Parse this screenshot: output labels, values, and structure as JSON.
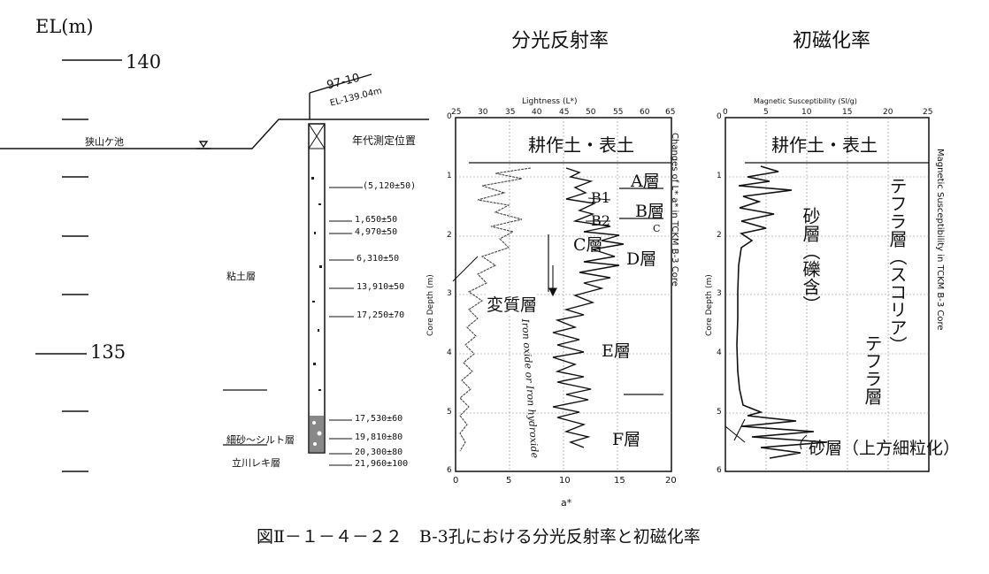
{
  "elevation": {
    "label": "EL(m)",
    "ticks": [
      "140",
      "135"
    ]
  },
  "column": {
    "borehole": "97-10",
    "borehole_el": "EL-139.04m",
    "pond": "狭山ケ池",
    "dating_header": "年代測定位置",
    "dates": [
      "(5,120±50)",
      "1,650±50",
      "4,970±50",
      "6,310±50",
      "13,910±50",
      "17,250±70",
      "17,530±60",
      "19,810±80",
      "20,300±80",
      "21,960±100"
    ],
    "units": [
      "粘土層",
      "細砂～シルト層",
      "立川レキ層"
    ]
  },
  "panel1": {
    "title": "分光反射率",
    "top_axis_label": "Lightness (L*)",
    "top_ticks": [
      "25",
      "30",
      "35",
      "40",
      "45",
      "50",
      "55",
      "60",
      "65"
    ],
    "bottom_ticks": [
      "0",
      "5",
      "10",
      "15",
      "20"
    ],
    "bottom_axis_label": "a*",
    "depth_ticks": [
      "0",
      "1",
      "2",
      "3",
      "4",
      "5",
      "6"
    ],
    "depth_label": "Core Depth (m)",
    "right_label": "Changes of L* a* in TCKM B-3 Core",
    "layers": [
      "耕作土・表土",
      "A層",
      "B層",
      "B1",
      "B2",
      "C層",
      "D層",
      "C",
      "変質層",
      "E層",
      "F層"
    ],
    "annotation": "Iron oxide or Iron hydroxide"
  },
  "panel2": {
    "title": "初磁化率",
    "top_axis_label": "Magnetic Susceptibility (SI/g)",
    "top_ticks": [
      "0",
      "5",
      "10",
      "15",
      "20",
      "25"
    ],
    "depth_ticks": [
      "0",
      "1",
      "2",
      "3",
      "4",
      "5",
      "6"
    ],
    "depth_label": "Core Depth (m)",
    "right_label": "Magnetic Susceptibility in TCKM B-3 Core",
    "layers": [
      "耕作土・表土",
      "砂層（礫含）",
      "テフラ層（スコリア）",
      "テフラ層",
      "砂層（上方細粒化）"
    ]
  },
  "caption": "図Ⅱ－１－４－２２　B-3孔における分光反射率と初磁化率"
}
